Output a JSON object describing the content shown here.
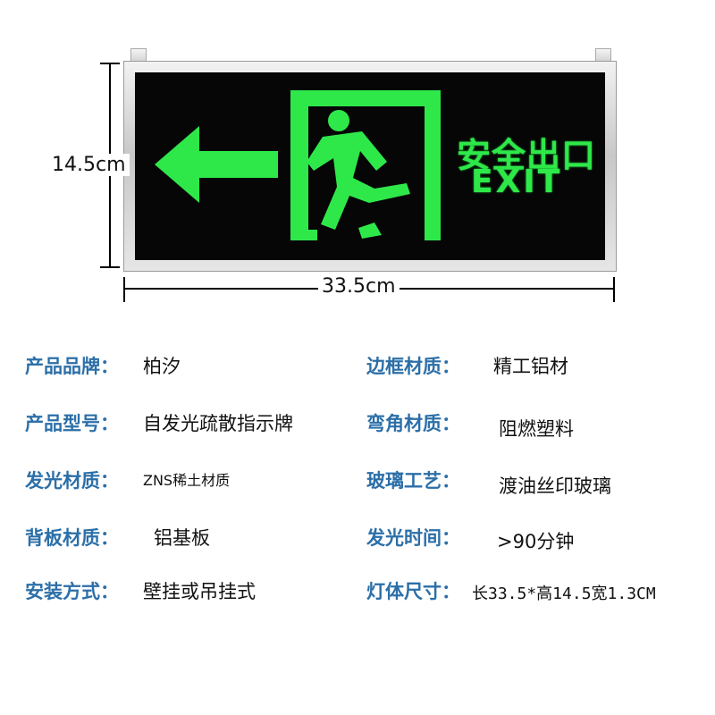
{
  "sign": {
    "cn_text": "安全出口",
    "en_text": "EXIT",
    "glow_color": "#2ee84a",
    "panel_color": "#060606",
    "frame_color": "#c8c8c8",
    "icons": [
      "left-arrow-icon",
      "running-man-icon",
      "doorway-icon"
    ]
  },
  "dimensions": {
    "height_label": "14.5cm",
    "width_label": "33.5cm"
  },
  "specs": {
    "key_color": "#2c6fa8",
    "left": [
      {
        "key": "产品品牌：",
        "value": "柏汐"
      },
      {
        "key": "产品型号：",
        "value": "自发光疏散指示牌"
      },
      {
        "key": "发光材质：",
        "value": "ZNS稀土材质"
      },
      {
        "key": "背板材质：",
        "value": "铝基板"
      },
      {
        "key": "安装方式：",
        "value": "壁挂或吊挂式"
      }
    ],
    "right": [
      {
        "key": "边框材质：",
        "value": "精工铝材"
      },
      {
        "key": "弯角材质：",
        "value": "阻燃塑料"
      },
      {
        "key": "玻璃工艺：",
        "value": "渡油丝印玻璃"
      },
      {
        "key": "发光时间：",
        "value": ">90分钟"
      },
      {
        "key": "灯体尺寸：",
        "value": "长33.5*高14.5宽1.3CM"
      }
    ]
  }
}
